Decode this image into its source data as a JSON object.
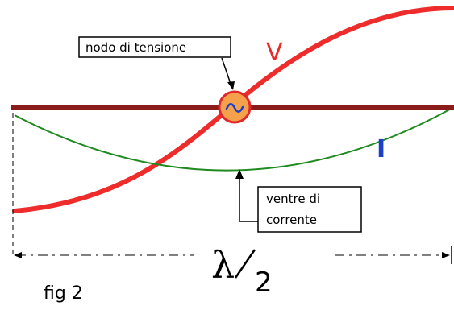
{
  "colors": {
    "antenna": "#8b1c1c",
    "voltage_curve": "#ee2c2c",
    "current_curve": "#1f8a1f",
    "source_fill": "#f5a04a",
    "source_ring": "#e0282c",
    "label_v": "#e82a2a",
    "label_i": "#1a3fc8"
  },
  "labels": {
    "voltage_node": "nodo di tensione",
    "current_belly_line1": "ventre di",
    "current_belly_line2": "corrente",
    "voltage": "V",
    "current": "I",
    "lambda": "λ",
    "two": "2",
    "figure": "fig 2"
  },
  "icons": {
    "source": "ac-source-icon"
  }
}
